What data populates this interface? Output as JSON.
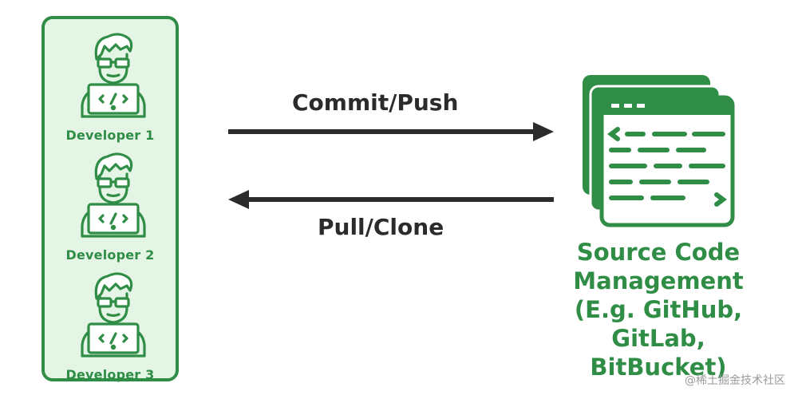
{
  "developers": [
    {
      "label": "Developer 1"
    },
    {
      "label": "Developer 2"
    },
    {
      "label": "Developer 3"
    }
  ],
  "arrows": {
    "push_label": "Commit/Push",
    "pull_label": "Pull/Clone"
  },
  "scm": {
    "icon": "code-windows-icon",
    "title_lines": [
      "Source Code",
      "Management",
      "(E.g. GitHub,",
      "GitLab,",
      "BitBucket)"
    ]
  },
  "watermark": "@稀土掘金技术社区",
  "colors": {
    "accent": "#2f8d46",
    "panel_fill": "#e4f5e6",
    "arrow": "#2b2b2b"
  }
}
